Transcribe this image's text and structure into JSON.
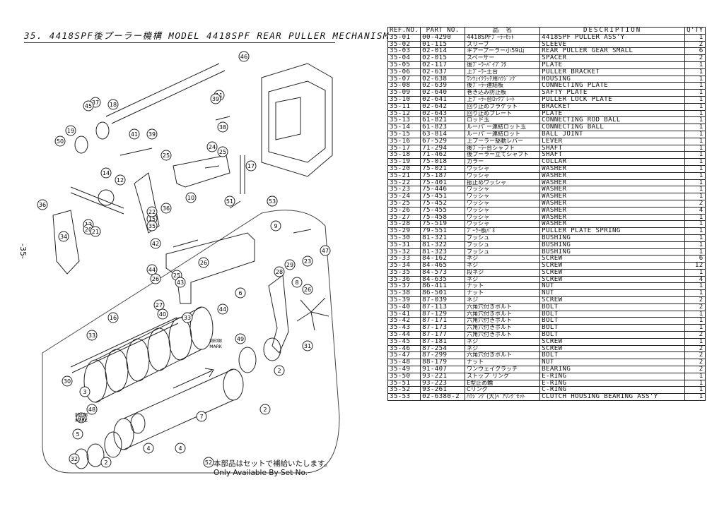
{
  "title": "35. 4418SPF後プーラー機構 MODEL 4418SPF REAR PULLER MECHANISM",
  "page_number": "-35-",
  "note": {
    "jp": "本部品はセットで補給いたします。",
    "en": "Only Available By Set No."
  },
  "diagram": {
    "callouts": [
      "1",
      "2",
      "2",
      "2",
      "3",
      "4",
      "4",
      "5",
      "6",
      "7",
      "8",
      "9",
      "10",
      "11",
      "12",
      "13",
      "14",
      "15",
      "16",
      "17",
      "18",
      "19",
      "20",
      "21",
      "22",
      "23",
      "24",
      "25",
      "25",
      "25",
      "26",
      "26",
      "26",
      "27",
      "28",
      "29",
      "30",
      "31",
      "32",
      "33",
      "33",
      "34",
      "35",
      "36",
      "36",
      "37",
      "38",
      "39",
      "39",
      "40",
      "41",
      "42",
      "43",
      "44",
      "44",
      "45",
      "46",
      "47",
      "48",
      "49",
      "49",
      "50",
      "51",
      "52",
      "53"
    ],
    "mark_label_jp": "刻印部",
    "mark_label_en": "MARK"
  },
  "table": {
    "headers": {
      "ref": "REF.NO.",
      "part": "PART NO.",
      "jp": "品　名",
      "desc": "DESCRIPTION",
      "qty": "Q'TY"
    },
    "rows": [
      {
        "ref": "35-01",
        "part": "00-4290",
        "jp": "4418SPFﾌﾟｰﾗｰｾｯﾄ",
        "desc": "4418SPF PULLER ASS'Y",
        "qty": "1"
      },
      {
        "ref": "35-02",
        "part": "01-115",
        "jp": "スリーブ",
        "desc": "SLEEVE",
        "qty": "2"
      },
      {
        "ref": "35-03",
        "part": "02-014",
        "jp": "ギアープーラー小59山",
        "desc": "REAR PULLER GEAR SMALL",
        "qty": "6"
      },
      {
        "ref": "35-04",
        "part": "02-015",
        "jp": "スペーサー",
        "desc": "SPACER",
        "qty": "2"
      },
      {
        "ref": "35-05",
        "part": "02-117",
        "jp": "後ﾌﾟｰﾗｰﾊﾟｲﾌﾟﾌﾀ",
        "desc": "PLATE",
        "qty": "1"
      },
      {
        "ref": "35-06",
        "part": "02-637",
        "jp": "上ﾌﾟｰﾗｰ土台",
        "desc": "PULLER BRACKET",
        "qty": "1"
      },
      {
        "ref": "35-07",
        "part": "02-638",
        "jp": "ﾜﾝｳｪｲｸﾗｯﾁ用ﾊｳｼﾞﾝｸﾞ",
        "desc": "HOUSING",
        "qty": "1"
      },
      {
        "ref": "35-08",
        "part": "02-639",
        "jp": "後ﾌﾟｰﾗｰ連結板",
        "desc": "CONNECTING PLATE",
        "qty": "1"
      },
      {
        "ref": "35-09",
        "part": "02-640",
        "jp": "巻き込み防止板",
        "desc": "SAFTY PLATE",
        "qty": "1"
      },
      {
        "ref": "35-10",
        "part": "02-641",
        "jp": "上ﾌﾟｰﾗｰ台ﾛｯｸﾌﾟﾚｰﾄ",
        "desc": "PULLER LOCK PLATE",
        "qty": "1"
      },
      {
        "ref": "35-11",
        "part": "02-642",
        "jp": "回り止めブラケット",
        "desc": "BRACKET",
        "qty": "1"
      },
      {
        "ref": "35-12",
        "part": "02-643",
        "jp": "回り止めプレート",
        "desc": "PLATE",
        "qty": "1"
      },
      {
        "ref": "35-13",
        "part": "61-821",
        "jp": "ロッド玉",
        "desc": "CONNECTING ROD BALL",
        "qty": "1"
      },
      {
        "ref": "35-14",
        "part": "61-823",
        "jp": "ルーパﾞー連結ロット玉",
        "desc": "CONNECTING BALL",
        "qty": "1"
      },
      {
        "ref": "35-15",
        "part": "63-814",
        "jp": "ルーパﾞー連結ロット",
        "desc": "BALL JOINT",
        "qty": "1"
      },
      {
        "ref": "35-16",
        "part": "67-529",
        "jp": "上プーラー駆動レバー",
        "desc": "LEVER",
        "qty": "1"
      },
      {
        "ref": "35-17",
        "part": "71-294",
        "jp": "後ﾌﾟｰﾗｰ台シャフト",
        "desc": "SHAFT",
        "qty": "1"
      },
      {
        "ref": "35-18",
        "part": "71-462",
        "jp": "後プーラー立てシャフト",
        "desc": "SHAFT",
        "qty": "1"
      },
      {
        "ref": "35-19",
        "part": "75-018",
        "jp": "カラー",
        "desc": "COLLAR",
        "qty": "1"
      },
      {
        "ref": "35-20",
        "part": "75-021",
        "jp": "ワッシャ",
        "desc": "WASHER",
        "qty": "1"
      },
      {
        "ref": "35-21",
        "part": "75-187",
        "jp": "ワッシャ",
        "desc": "WASHER",
        "qty": "1"
      },
      {
        "ref": "35-22",
        "part": "75-401",
        "jp": "振止めワッシャ",
        "desc": "WASHER",
        "qty": "1"
      },
      {
        "ref": "35-23",
        "part": "75-446",
        "jp": "ワッシャ",
        "desc": "WASHER",
        "qty": "1"
      },
      {
        "ref": "35-24",
        "part": "75-451",
        "jp": "ワッシャ",
        "desc": "WASHER",
        "qty": "1"
      },
      {
        "ref": "35-25",
        "part": "75-452",
        "jp": "ワッシャ",
        "desc": "WASHER",
        "qty": "2"
      },
      {
        "ref": "35-26",
        "part": "75-455",
        "jp": "ワッシャ",
        "desc": "WASHER",
        "qty": "4"
      },
      {
        "ref": "35-27",
        "part": "75-458",
        "jp": "ワッシャ",
        "desc": "WASHER",
        "qty": "1"
      },
      {
        "ref": "35-28",
        "part": "75-519",
        "jp": "ワッシャ",
        "desc": "WASHER",
        "qty": "1"
      },
      {
        "ref": "35-29",
        "part": "79-551",
        "jp": "ﾌﾟｰﾗｰ板ﾊﾞﾈ",
        "desc": "PULLER PLATE SPRING",
        "qty": "1"
      },
      {
        "ref": "35-30",
        "part": "81-321",
        "jp": "ブッシュ",
        "desc": "BUSHING",
        "qty": "1"
      },
      {
        "ref": "35-31",
        "part": "81-322",
        "jp": "ブッシュ",
        "desc": "BUSHING",
        "qty": "1"
      },
      {
        "ref": "35-32",
        "part": "81-323",
        "jp": "ブッシュ",
        "desc": "BUSHING",
        "qty": "1"
      },
      {
        "ref": "35-33",
        "part": "84-162",
        "jp": "ネジ",
        "desc": "SCREW",
        "qty": "6"
      },
      {
        "ref": "35-34",
        "part": "84-465",
        "jp": "ネジ",
        "desc": "SCREW",
        "qty": "12"
      },
      {
        "ref": "35-35",
        "part": "84-573",
        "jp": "段ネジ",
        "desc": "SCREW",
        "qty": "1"
      },
      {
        "ref": "35-36",
        "part": "84-635",
        "jp": "ネジ",
        "desc": "SCREW",
        "qty": "4"
      },
      {
        "ref": "35-37",
        "part": "86-411",
        "jp": "ナット",
        "desc": "NUT",
        "qty": "1"
      },
      {
        "ref": "35-38",
        "part": "86-501",
        "jp": "ナット",
        "desc": "NUT",
        "qty": "1"
      },
      {
        "ref": "35-39",
        "part": "87-039",
        "jp": "ネジ",
        "desc": "SCREW",
        "qty": "2"
      },
      {
        "ref": "35-40",
        "part": "87-113",
        "jp": "六角穴付きボルト",
        "desc": "BOLT",
        "qty": "2"
      },
      {
        "ref": "35-41",
        "part": "87-129",
        "jp": "六角穴付きボルト",
        "desc": "BOLT",
        "qty": "1"
      },
      {
        "ref": "35-42",
        "part": "87-171",
        "jp": "六角穴付きボルト",
        "desc": "BOLT",
        "qty": "1"
      },
      {
        "ref": "35-43",
        "part": "87-173",
        "jp": "六角穴付きボルト",
        "desc": "BOLT",
        "qty": "1"
      },
      {
        "ref": "35-44",
        "part": "87-177",
        "jp": "六角穴付きボルト",
        "desc": "BOLT",
        "qty": "2"
      },
      {
        "ref": "35-45",
        "part": "87-181",
        "jp": "ネジ",
        "desc": "SCREW",
        "qty": "1"
      },
      {
        "ref": "35-46",
        "part": "87-254",
        "jp": "ネジ",
        "desc": "SCREW",
        "qty": "2"
      },
      {
        "ref": "35-47",
        "part": "87-299",
        "jp": "六角穴付きボルト",
        "desc": "BOLT",
        "qty": "2"
      },
      {
        "ref": "35-48",
        "part": "88-179",
        "jp": "ナット",
        "desc": "NUT",
        "qty": "2"
      },
      {
        "ref": "35-49",
        "part": "91-407",
        "jp": "ワンウェイクラッチ",
        "desc": "BEARING",
        "qty": "2"
      },
      {
        "ref": "35-50",
        "part": "93-221",
        "jp": "ストップﾞリングﾞ",
        "desc": "E-RING",
        "qty": "1"
      },
      {
        "ref": "35-51",
        "part": "93-223",
        "jp": "E型止め輪",
        "desc": "E-RING",
        "qty": "1"
      },
      {
        "ref": "35-52",
        "part": "93-261",
        "jp": "Cリング",
        "desc": "C-RING",
        "qty": "1"
      },
      {
        "ref": "35-53",
        "part": "02-6380-2",
        "jp": "ﾊｳｼﾞﾝｸﾞ(大)ﾍﾞｱﾘﾝｸﾞｾｯﾄ",
        "desc": "CLUTCH HOUSING BEARING ASS'Y",
        "qty": "1"
      }
    ]
  }
}
